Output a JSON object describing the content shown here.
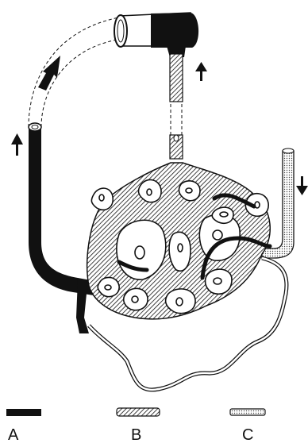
{
  "legend": [
    {
      "key": "A",
      "style": "solid-black"
    },
    {
      "key": "B",
      "style": "hatched"
    },
    {
      "key": "C",
      "style": "outlined"
    }
  ],
  "colors": {
    "ink": "#111111",
    "paper": "#ffffff",
    "cell_fill": "#f3f3f3"
  }
}
